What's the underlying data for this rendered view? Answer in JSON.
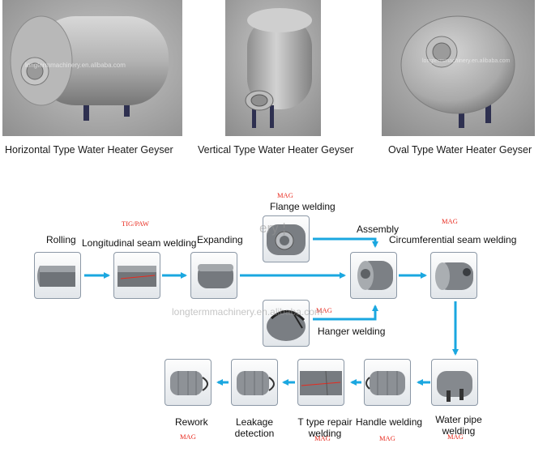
{
  "products": [
    {
      "caption": "Horizontal Type Water Heater Geyser",
      "watermark": "longtermmachinery.en.alibaba.com"
    },
    {
      "caption": "Vertical Type Water Heater Geyser"
    },
    {
      "caption": "Oval Type Water Heater Geyser",
      "watermark": "longtermmachinery.en.alibaba.com"
    }
  ],
  "steps": {
    "rolling": "Rolling",
    "longitudinal": "Longitudinal seam welding",
    "expanding": "Expanding",
    "flange": "Flange welding",
    "assembly": "Assembly",
    "circumferential": "Circumferential seam welding",
    "hanger": "Hanger welding",
    "water_pipe": "Water pipe welding",
    "handle": "Handle welding",
    "t_repair": "T type repair welding",
    "leakage": "Leakage detection",
    "rework": "Rework"
  },
  "processes": {
    "longitudinal": "TIG/PAW",
    "flange": "MAG",
    "circumferential": "MAG",
    "hanger": "MAG",
    "water_pipe": "MAG",
    "handle": "MAG",
    "t_repair": "MAG",
    "rework": "MAG"
  },
  "watermarks": {
    "flow_top": "ery ¦",
    "flow_mid": "longtermmachinery.en.alibaba.com"
  },
  "colors": {
    "arrow": "#1aa7e0",
    "process_label": "#e8291d"
  }
}
